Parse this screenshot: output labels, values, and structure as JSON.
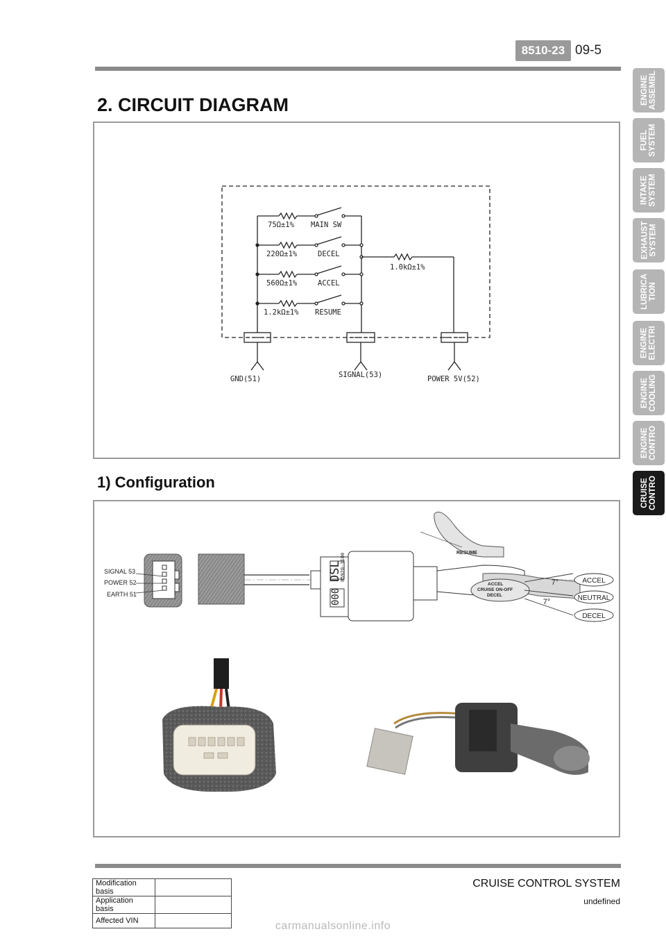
{
  "header": {
    "code": "8510-23",
    "page": "09-5"
  },
  "section_title": "2. CIRCUIT DIAGRAM",
  "circuit": {
    "resistors": [
      "75Ω±1%",
      "220Ω±1%",
      "560Ω±1%",
      "1.2kΩ±1%"
    ],
    "switches": [
      "MAIN SW",
      "DECEL",
      "ACCEL",
      "RESUME"
    ],
    "series_resistor": "1.0kΩ±1%",
    "terminals": [
      "GND(51)",
      "SIGNAL(53)",
      "POWER 5V(52)"
    ]
  },
  "sub_title": "1) Configuration",
  "config": {
    "pins": [
      "SIGNAL 53",
      "POWER 52",
      "EARTH 51"
    ],
    "housing_text": [
      "DSL",
      "000",
      "85920-3100"
    ],
    "lever_text": [
      "ACCEL",
      "CRUISE ON-OFF",
      "DECEL",
      "RESUME"
    ],
    "positions": [
      "ACCEL",
      "NEUTRAL",
      "DECEL"
    ],
    "angle": "7°"
  },
  "tabs": [
    {
      "label": "ENGINE\nASSEMBL",
      "active": false
    },
    {
      "label": "FUEL\nSYSTEM",
      "active": false
    },
    {
      "label": "INTAKE\nSYSTEM",
      "active": false
    },
    {
      "label": "EXHAUST\nSYSTEM",
      "active": false
    },
    {
      "label": "LUBRICA\nTION",
      "active": false
    },
    {
      "label": "ENGINE\nELECTRI",
      "active": false
    },
    {
      "label": "ENGINE\nCOOLING",
      "active": false
    },
    {
      "label": "ENGINE\nCONTRO",
      "active": false
    },
    {
      "label": "CRUISE\nCONTRO",
      "active": true
    }
  ],
  "footer": {
    "title": "CRUISE CONTROL SYSTEM",
    "sub": "undefined",
    "rows": [
      "Modification basis",
      "Application basis",
      "Affected VIN"
    ]
  },
  "watermark": "carmanualsonline.info"
}
